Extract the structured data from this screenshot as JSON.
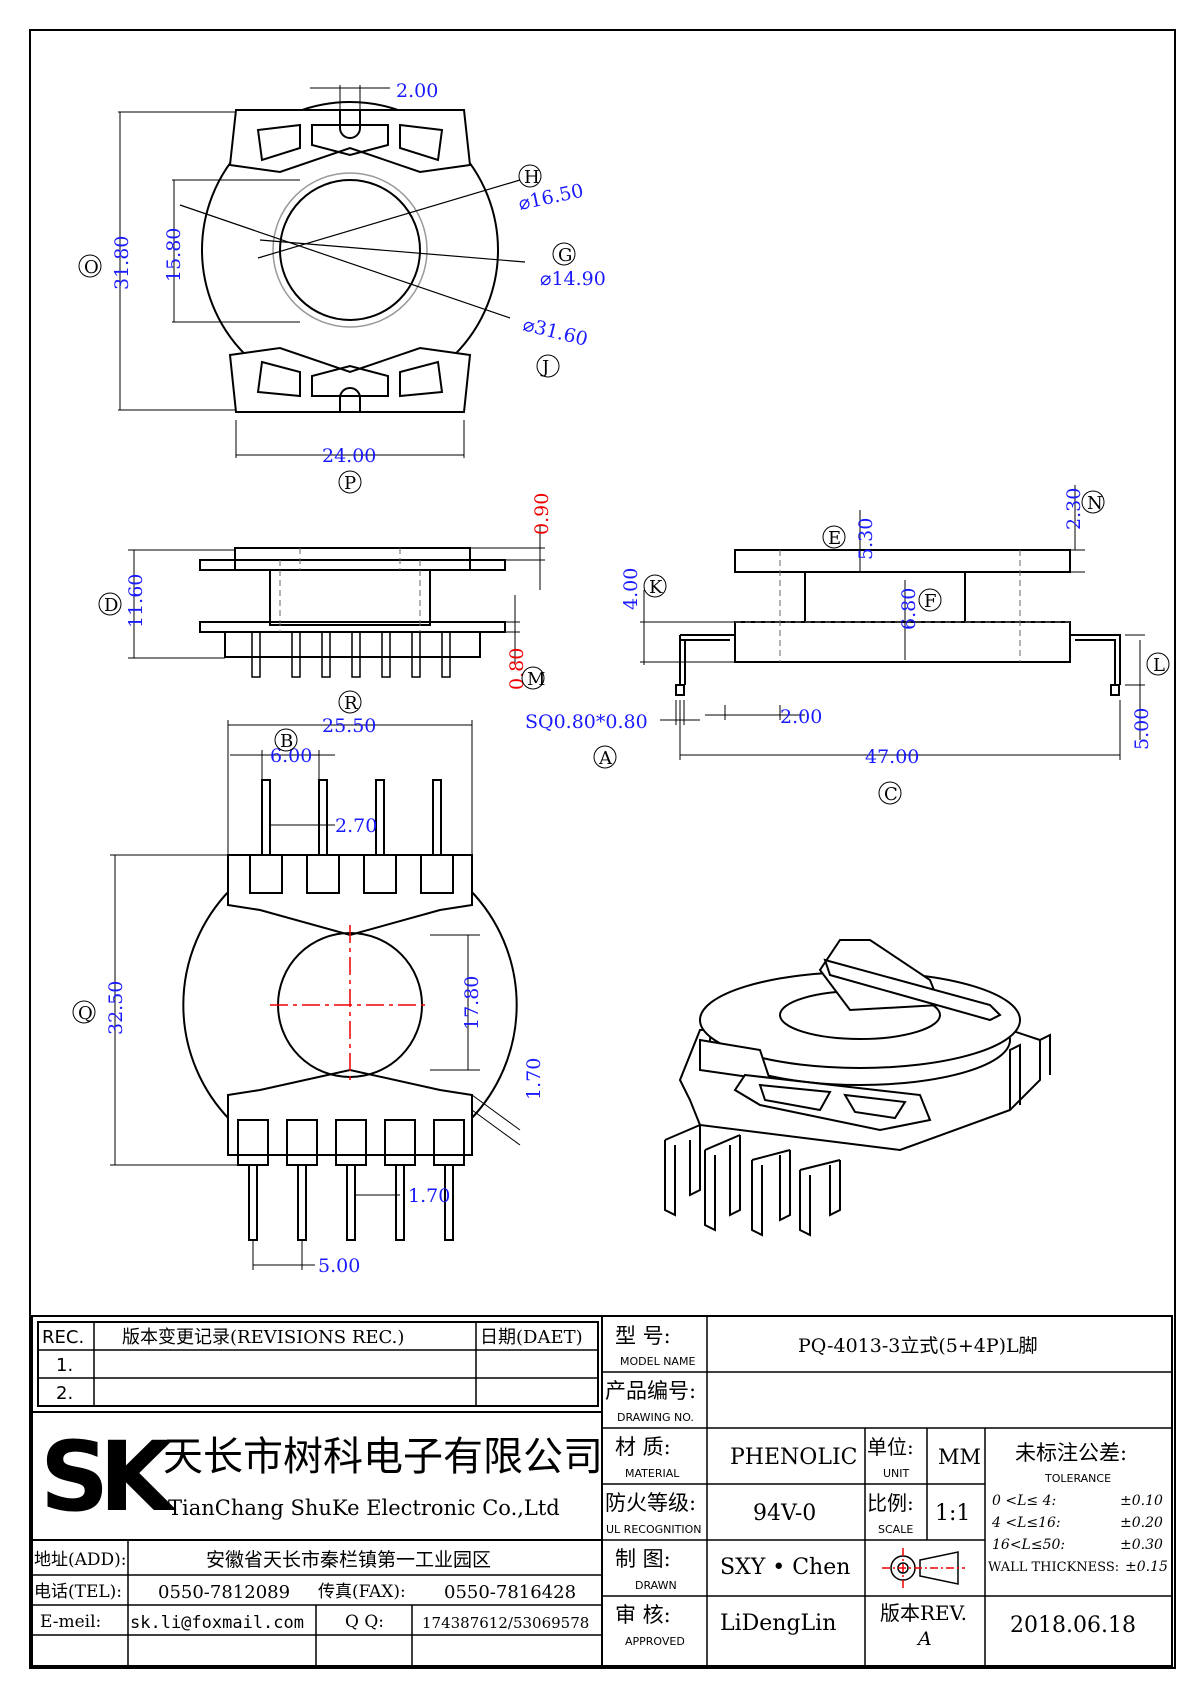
{
  "drawing": {
    "top_view": {
      "dims": {
        "slot": "2.00",
        "outer_dia": "⌀16.50",
        "inner_dia": "⌀14.90",
        "flange_dia": "⌀31.60",
        "height": "31.80",
        "height2": "15.80",
        "width": "24.00"
      },
      "labels": {
        "H": "H",
        "G": "G",
        "J": "J",
        "O": "O",
        "P": "P"
      }
    },
    "side_view": {
      "dims": {
        "flange": "0.90",
        "height": "11.60",
        "base": "0.80"
      },
      "labels": {
        "D": "D",
        "M": "M",
        "R": "R"
      }
    },
    "end_view": {
      "dims": {
        "height": "4.00",
        "e": "5.30",
        "f": "6.80",
        "n": "2.30",
        "pin_sq": "SQ0.80*0.80",
        "pitch": "2.00",
        "length": "47.00",
        "pin_len": "5.00"
      },
      "labels": {
        "K": "K",
        "E": "E",
        "F": "F",
        "N": "N",
        "L": "L",
        "A": "A",
        "C": "C"
      }
    },
    "bottom_view": {
      "dims": {
        "width": "25.50",
        "pitch_top": "6.00",
        "pin_gap": "2.70",
        "height": "32.50",
        "window": "17.80",
        "flange": "1.70",
        "pin_w": "1.70",
        "pitch_bottom": "5.00"
      },
      "labels": {
        "B": "B",
        "Q": "Q"
      }
    }
  },
  "title_block": {
    "revisions": {
      "col_rec": "REC.",
      "col_desc": "版本变更记录(REVISIONS REC.)",
      "col_date": "日期(DAET)",
      "rows": [
        "1.",
        "2."
      ]
    },
    "company": {
      "logo": "SK",
      "name_cn": "天长市树科电子有限公司",
      "name_en": "TianChang ShuKe Electronic Co.,Ltd"
    },
    "address_label": "地址(ADD):",
    "address": "安徽省天长市秦栏镇第一工业园区",
    "tel_label": "电话(TEL):",
    "tel": "0550-7812089",
    "fax_label": "传真(FAX):",
    "fax": "0550-7816428",
    "email_label": "E-meil:",
    "email": "sk.li@foxmail.com",
    "qq_label": "Q Q:",
    "qq": "174387612/53069578",
    "model_label_cn": "型  号:",
    "model_label_en": "MODEL NAME",
    "model": "PQ-4013-3立式(5+4P)L脚",
    "drawing_label_cn": "产品编号:",
    "drawing_label_en": "DRAWING NO.",
    "drawing_no": "",
    "material_label_cn": "材  质:",
    "material_label_en": "MATERIAL",
    "material": "PHENOLIC",
    "unit_label_cn": "单位:",
    "unit_label_en": "UNIT",
    "unit": "MM",
    "ul_label_cn": "防火等级:",
    "ul_label_en": "UL RECOGNITION",
    "ul": "94V-0",
    "scale_label_cn": "比例:",
    "scale_label_en": "SCALE",
    "scale": "1:1",
    "drawn_label_cn": "制  图:",
    "drawn_label_en": "DRAWN",
    "drawn": "SXY • Chen",
    "approved_label_cn": "审  核:",
    "approved_label_en": "APPROVED",
    "approved": "LiDengLin",
    "rev_label": "版本REV.",
    "rev": "A",
    "date": "2018.06.18",
    "tolerance_title": "未标注公差:",
    "tolerance_en": "TOLERANCE",
    "tolerances": [
      {
        "range": "0 <L≤ 4:",
        "value": "±0.10"
      },
      {
        "range": "4 <L≤16:",
        "value": "±0.20"
      },
      {
        "range": "16<L≤50:",
        "value": "±0.30"
      },
      {
        "range": "WALL THICKNESS:",
        "value": "±0.15"
      }
    ]
  }
}
